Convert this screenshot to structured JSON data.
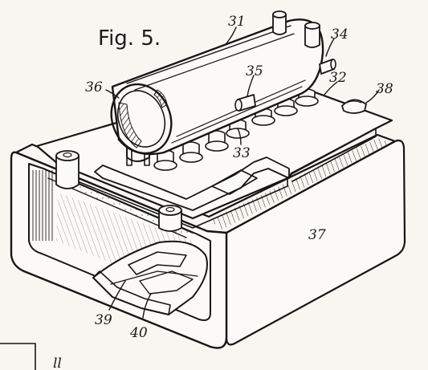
{
  "figure": {
    "title": "Fig. 5.",
    "labels": {
      "l31": "31",
      "l34": "34",
      "l35": "35",
      "l32": "32",
      "l38": "38",
      "l36": "36",
      "l33": "33",
      "l37": "37",
      "l39": "39",
      "l40": "40"
    },
    "fragment_text": "ll"
  },
  "colors": {
    "ink": "#161616",
    "paper": "#f7f6f1"
  }
}
